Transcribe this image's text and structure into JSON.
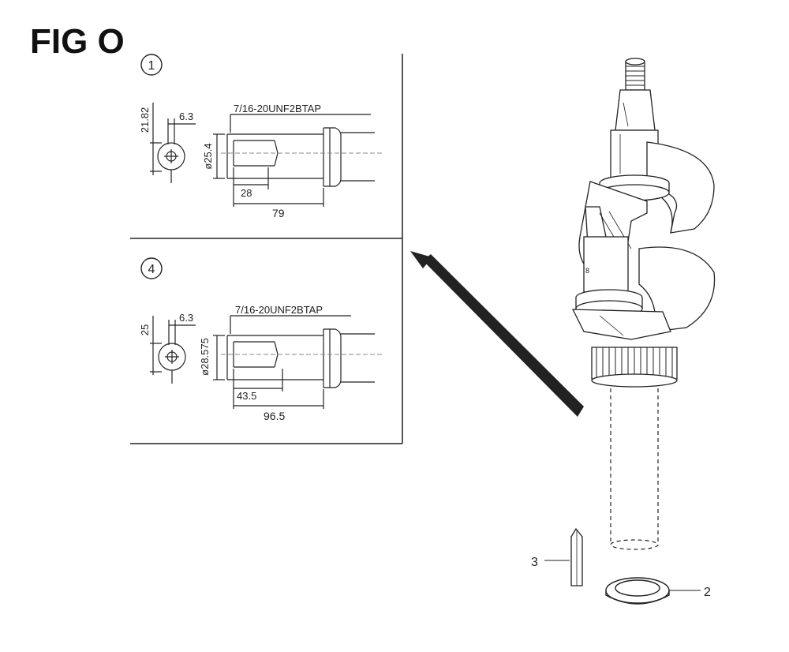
{
  "figure": {
    "title": "FIG O"
  },
  "details": [
    {
      "number": "1",
      "dim_keyway_depth": "21.82",
      "dim_key_width": "6.3",
      "thread": "7/16-20UNF2BTAP",
      "dim_diameter": "ø25.4",
      "dim_bore": "28",
      "dim_length": "79"
    },
    {
      "number": "4",
      "dim_keyway_depth": "25",
      "dim_key_width": "6.3",
      "thread": "7/16-20UNF2BTAP",
      "dim_diameter": "ø28.575",
      "dim_bore": "43.5",
      "dim_length": "96.5"
    }
  ],
  "callouts": {
    "key": "3",
    "washer": "2"
  },
  "colors": {
    "line": "#222222",
    "light": "#888888"
  }
}
